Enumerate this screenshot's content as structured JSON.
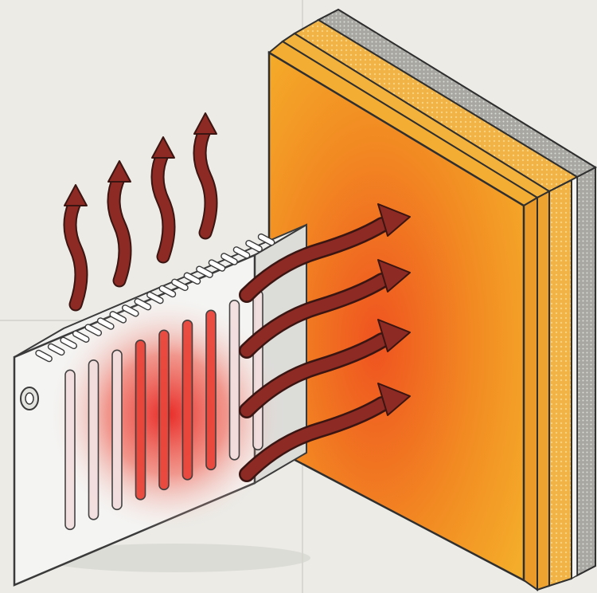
{
  "illustration": {
    "subject": "radiator-heating-insulated-wall",
    "colors": {
      "background": "#ecebe6",
      "radiator_body": "#f3f3f1",
      "radiator_outline": "#3a3a3a",
      "radiator_glow": "#e8201c",
      "arrow_fill": "#8e2a24",
      "wall_front_warm": "#f3a722",
      "wall_front_hot": "#ef5a1e",
      "insulation_layer": "#f0b54a",
      "cladding_layer": "#9a9a96"
    },
    "arrows": {
      "convection_count": 4,
      "radiation_count": 4
    }
  }
}
